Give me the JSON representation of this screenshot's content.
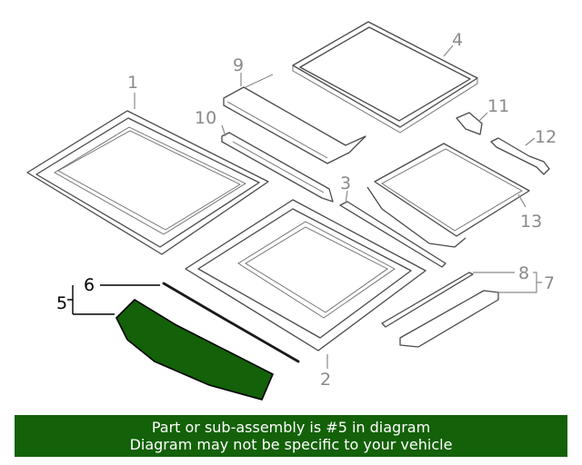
{
  "diagram": {
    "callouts": [
      "1",
      "2",
      "3",
      "4",
      "5",
      "6",
      "7",
      "8",
      "9",
      "10",
      "11",
      "12",
      "13"
    ]
  },
  "colors": {
    "highlight_fill": "#136108",
    "banner_background": "#136108",
    "banner_text": "#ffffff",
    "callout_text": "#8a8a8a"
  },
  "banner": {
    "line1": "Part or sub-assembly is #5 in diagram",
    "line2": "Diagram may not be specific to your vehicle"
  }
}
